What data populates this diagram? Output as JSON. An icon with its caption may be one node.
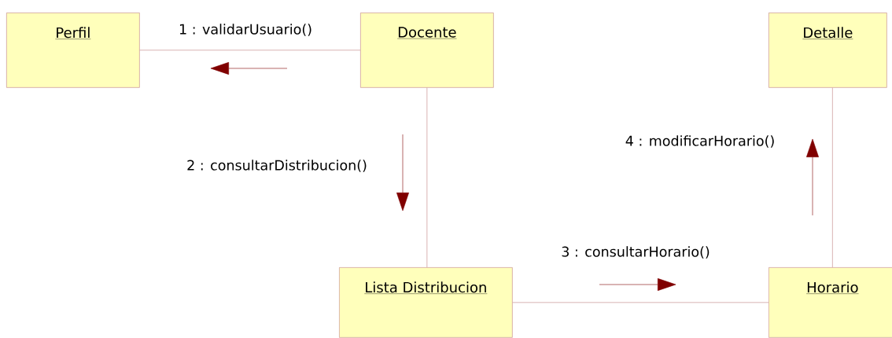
{
  "diagram": {
    "nodes": [
      {
        "text": [
          "Perfil"
        ]
      },
      {
        "text": [
          "Docente"
        ]
      },
      {
        "text": [
          "Detalle"
        ]
      },
      {
        "text": [
          "Lista Distribucion"
        ]
      },
      {
        "text": [
          "Horario"
        ]
      }
    ],
    "edges": [
      {
        "from": 1,
        "to": 0,
        "arrow": "none",
        "label": "1 : validarUsuario()"
      },
      {
        "from": 1,
        "to": 3,
        "arrow": "none",
        "label": "2 : consultarDistribucion()"
      },
      {
        "from": 3,
        "to": 4,
        "arrow": "none",
        "label": "3 : consultarHorario()"
      },
      {
        "from": 4,
        "to": 2,
        "arrow": "none",
        "label": "4 : modificarHorario()"
      }
    ]
  }
}
